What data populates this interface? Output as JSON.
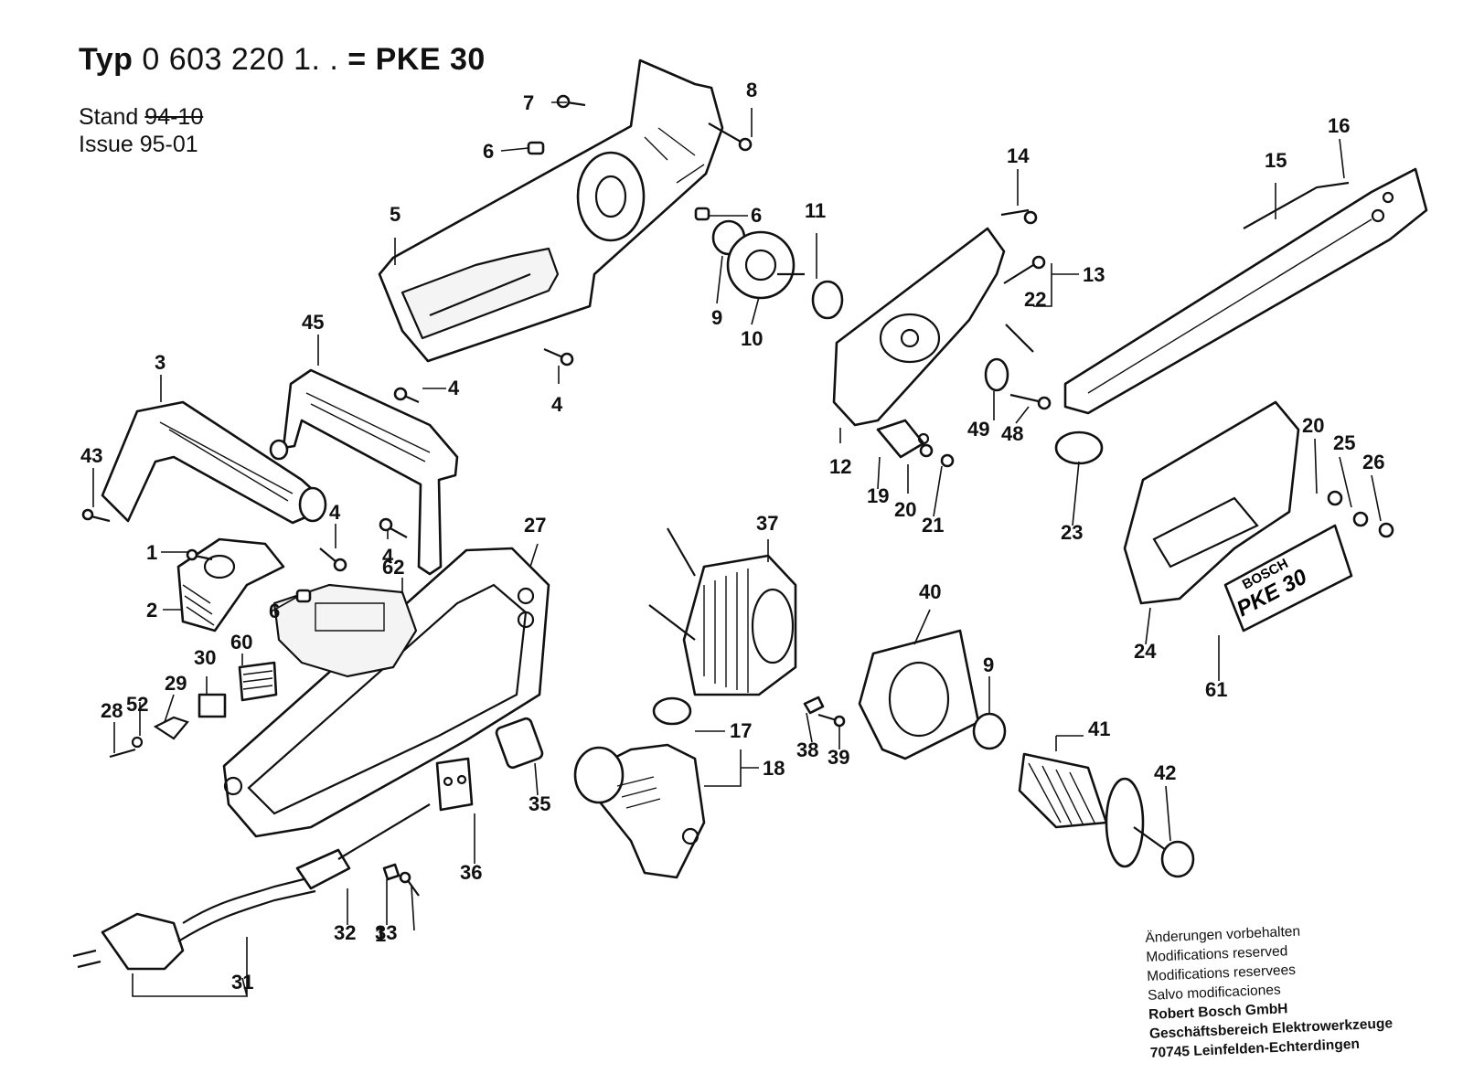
{
  "header": {
    "typ_word": "Typ",
    "typ_number": "0 603 220 1. .",
    "model": "= PKE 30",
    "stand_label": "Stand",
    "stand_value": "94-10",
    "issue_label": "Issue",
    "issue_value": "95-01"
  },
  "brand_plate": {
    "brand": "BOSCH",
    "model": "PKE 30"
  },
  "notes": [
    "Änderungen vorbehalten",
    "Modifications reserved",
    "Modifications reservees",
    "Salvo modificaciones"
  ],
  "company": [
    "Robert Bosch GmbH",
    "Geschäftsbereich Elektrowerkzeuge",
    "70745 Leinfelden-Echterdingen"
  ],
  "part_numbers": [
    "1",
    "2",
    "3",
    "4",
    "5",
    "6",
    "7",
    "8",
    "9",
    "10",
    "11",
    "12",
    "13",
    "14",
    "15",
    "16",
    "17",
    "18",
    "19",
    "20",
    "21",
    "22",
    "23",
    "24",
    "25",
    "26",
    "27",
    "28",
    "29",
    "30",
    "31",
    "32",
    "33",
    "35",
    "36",
    "37",
    "38",
    "39",
    "40",
    "41",
    "42",
    "43",
    "45",
    "48",
    "49",
    "52",
    "60",
    "61",
    "62"
  ]
}
